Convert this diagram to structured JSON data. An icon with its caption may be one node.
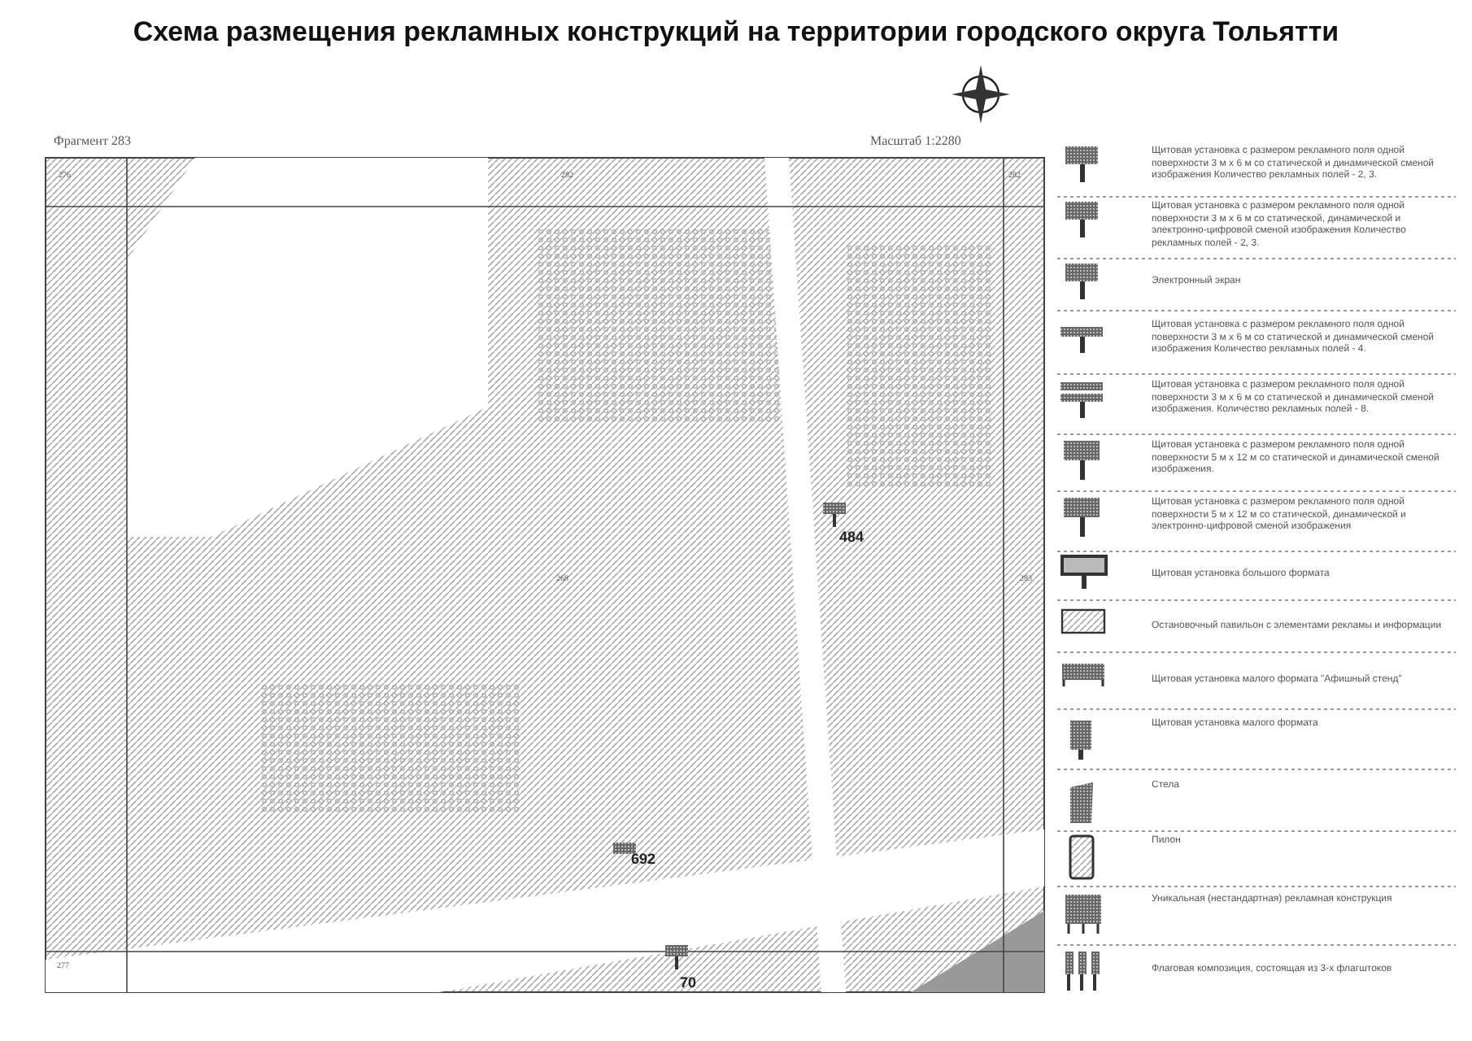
{
  "diagram": {
    "title": "Схема размещения рекламных конструкций на территории городского округа Тольятти",
    "labels": [
      "Фрагмент 283",
      "Масштаб 1:2280",
      "276",
      "282",
      "282",
      "268",
      "283",
      "277",
      "484",
      "692",
      "70"
    ],
    "legend": [
      {
        "text": "Щитовая установка с размером рекламного поля одной поверхности 3 м х 6 м со статической и динамической сменой изображения Количество рекламных полей - 2, 3."
      },
      {
        "text": "Щитовая установка с размером рекламного поля одной поверхности 3 м х 6 м со статической, динамической и электронно-цифровой сменой изображения Количество рекламных полей - 2, 3."
      },
      {
        "text": "Электронный экран"
      },
      {
        "text": "Щитовая установка с размером рекламного поля одной поверхности 3 м х 6 м со статической и динамической сменой изображения Количество рекламных полей - 4."
      },
      {
        "text": "Щитовая установка с размером рекламного поля одной поверхности 3 м х 6 м со статической и динамической сменой изображения. Количество рекламных полей - 8."
      },
      {
        "text": "Щитовая установка с размером рекламного поля одной поверхности 5 м х 12 м со статической и динамической сменой изображения."
      },
      {
        "text": "Щитовая установка с размером рекламного поля одной поверхности 5 м х 12 м со статической, динамической и электронно-цифровой сменой изображения"
      },
      {
        "text": "Щитовая установка большого формата"
      },
      {
        "text": "Остановочный павильон с элементами рекламы и информации"
      },
      {
        "text": "Щитовая установка малого формата \"Афишный стенд\""
      },
      {
        "text": "Щитовая установка малого формата"
      },
      {
        "text": "Стела"
      },
      {
        "text": "Пилон"
      },
      {
        "text": "Уникальная (нестандартная) рекламная конструкция"
      },
      {
        "text": "Флаговая композиция, состоящая из 3-х флагштоков"
      }
    ]
  }
}
